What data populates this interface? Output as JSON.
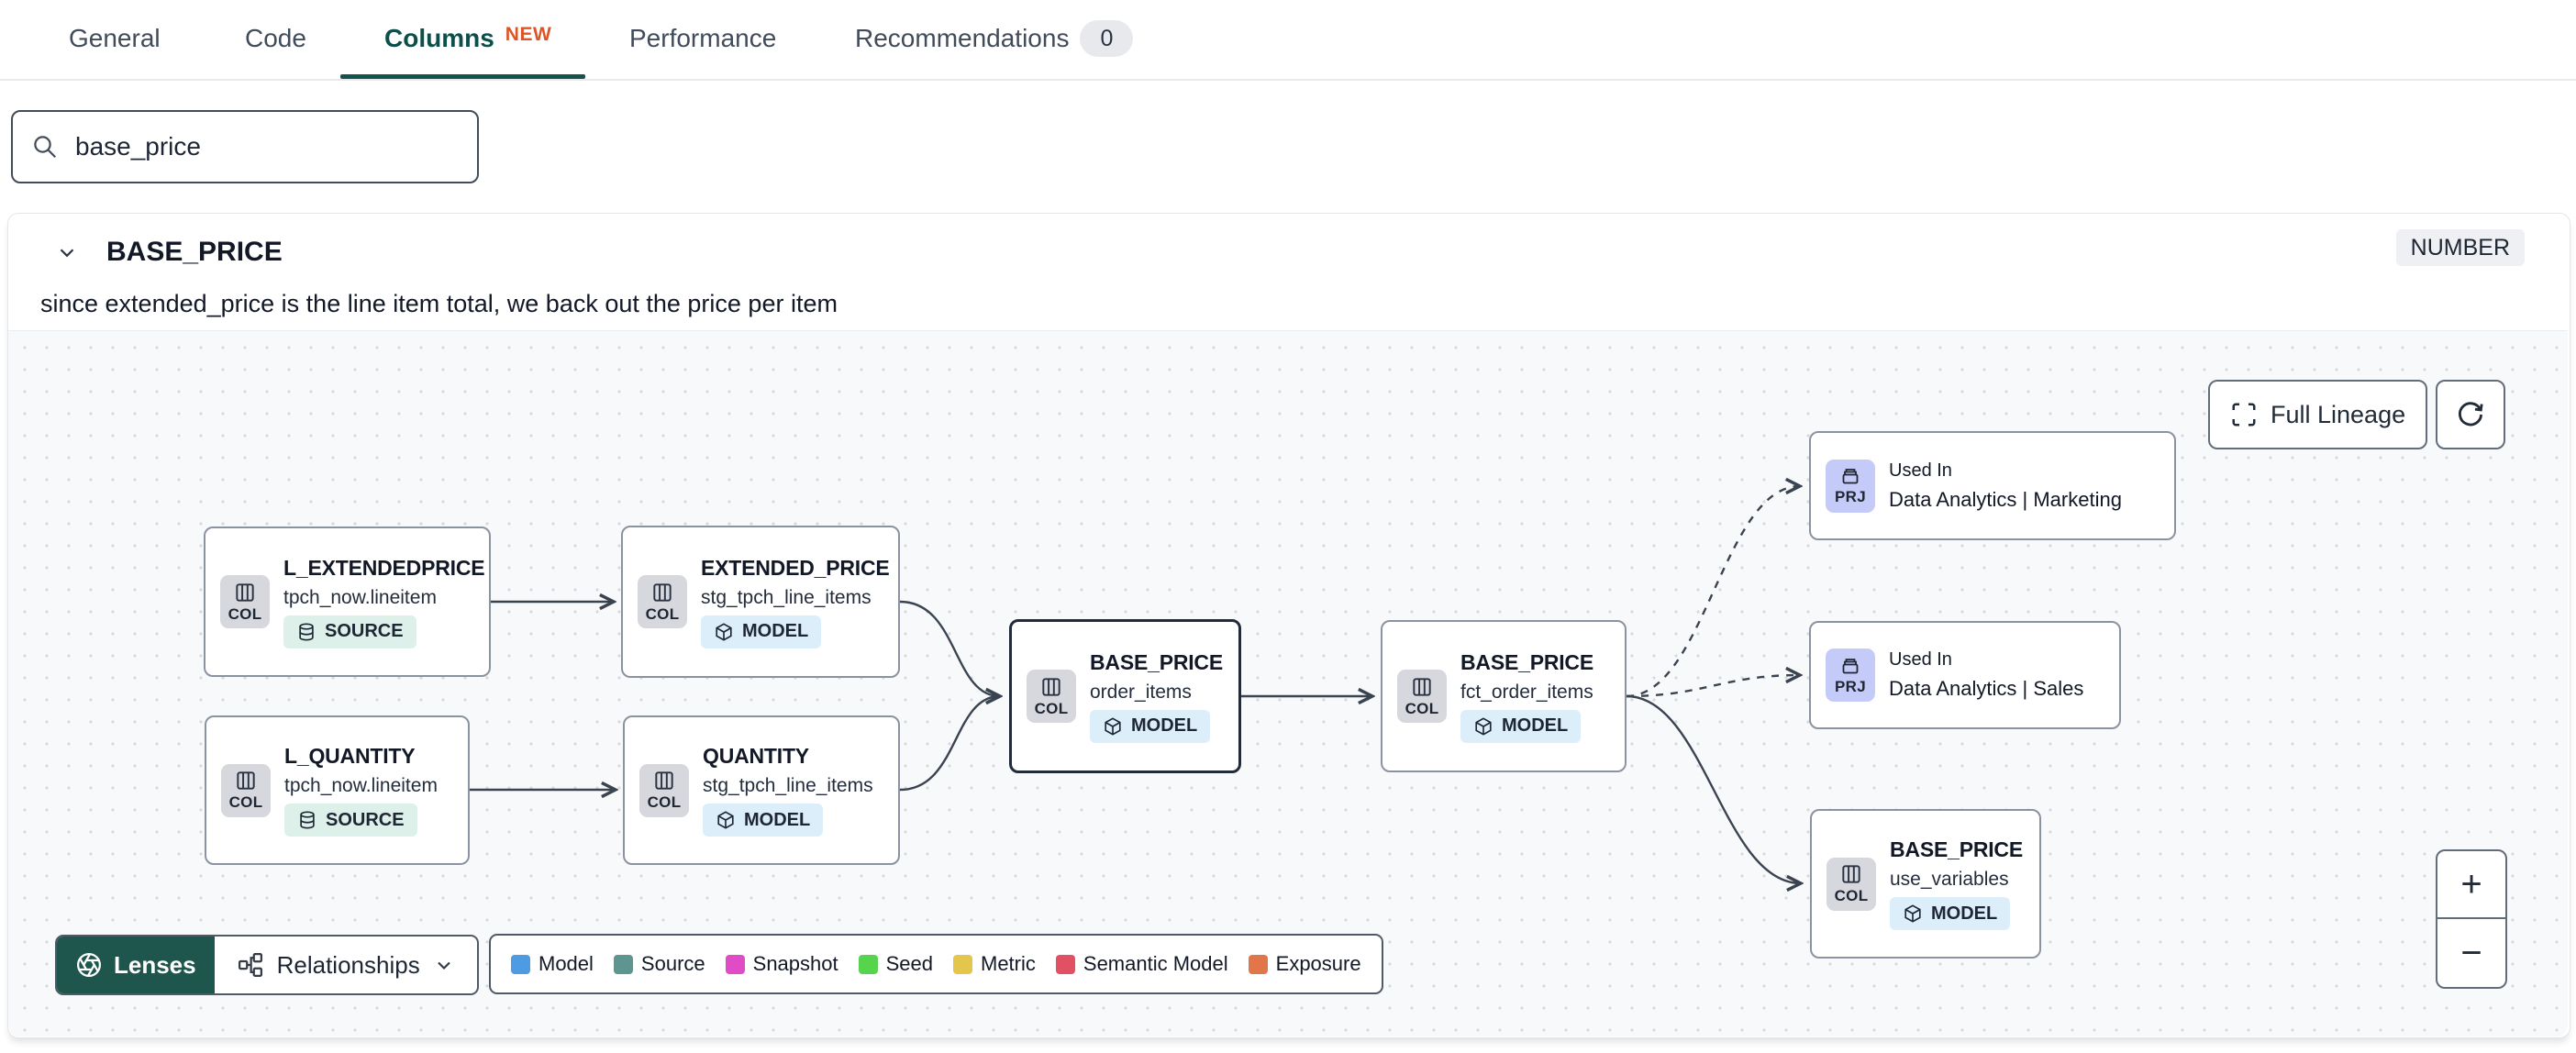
{
  "tabs": {
    "items": [
      {
        "label": "General"
      },
      {
        "label": "Code"
      },
      {
        "label": "Columns",
        "badge": "NEW"
      },
      {
        "label": "Performance"
      },
      {
        "label": "Recommendations",
        "badge": "0"
      }
    ]
  },
  "search": {
    "value": "base_price"
  },
  "column_panel": {
    "title": "BASE_PRICE",
    "type_badge": "NUMBER",
    "description": "since extended_price is the line item total, we back out the price per item"
  },
  "lineage": {
    "accent_teal": "#14544c",
    "nodes": [
      {
        "kind": "COL",
        "title": "L_EXTENDEDPRICE",
        "subtitle": "tpch_now.lineitem",
        "badge": "SOURCE"
      },
      {
        "kind": "COL",
        "title": "EXTENDED_PRICE",
        "subtitle": "stg_tpch_line_items",
        "badge": "MODEL"
      },
      {
        "kind": "COL",
        "title": "L_QUANTITY",
        "subtitle": "tpch_now.lineitem",
        "badge": "SOURCE"
      },
      {
        "kind": "COL",
        "title": "QUANTITY",
        "subtitle": "stg_tpch_line_items",
        "badge": "MODEL"
      },
      {
        "kind": "COL",
        "title": "BASE_PRICE",
        "subtitle": "order_items",
        "badge": "MODEL",
        "selected": true
      },
      {
        "kind": "COL",
        "title": "BASE_PRICE",
        "subtitle": "fct_order_items",
        "badge": "MODEL"
      },
      {
        "kind": "PRJ",
        "title": "Used In",
        "subtitle": "Data Analytics | Marketing"
      },
      {
        "kind": "PRJ",
        "title": "Used In",
        "subtitle": "Data Analytics | Sales"
      },
      {
        "kind": "COL",
        "title": "BASE_PRICE",
        "subtitle": "use_variables",
        "badge": "MODEL"
      }
    ],
    "controls": {
      "full_lineage": "Full Lineage",
      "zoom_in": "+",
      "zoom_out": "−"
    },
    "toolbar": {
      "lenses": "Lenses",
      "relationships": "Relationships"
    },
    "legend": [
      {
        "label": "Model",
        "color": "#4d9be2"
      },
      {
        "label": "Source",
        "color": "#5f9590"
      },
      {
        "label": "Snapshot",
        "color": "#df4cc5"
      },
      {
        "label": "Seed",
        "color": "#56d44d"
      },
      {
        "label": "Metric",
        "color": "#e5c64d"
      },
      {
        "label": "Semantic Model",
        "color": "#e25064"
      },
      {
        "label": "Exposure",
        "color": "#e0764a"
      }
    ]
  }
}
